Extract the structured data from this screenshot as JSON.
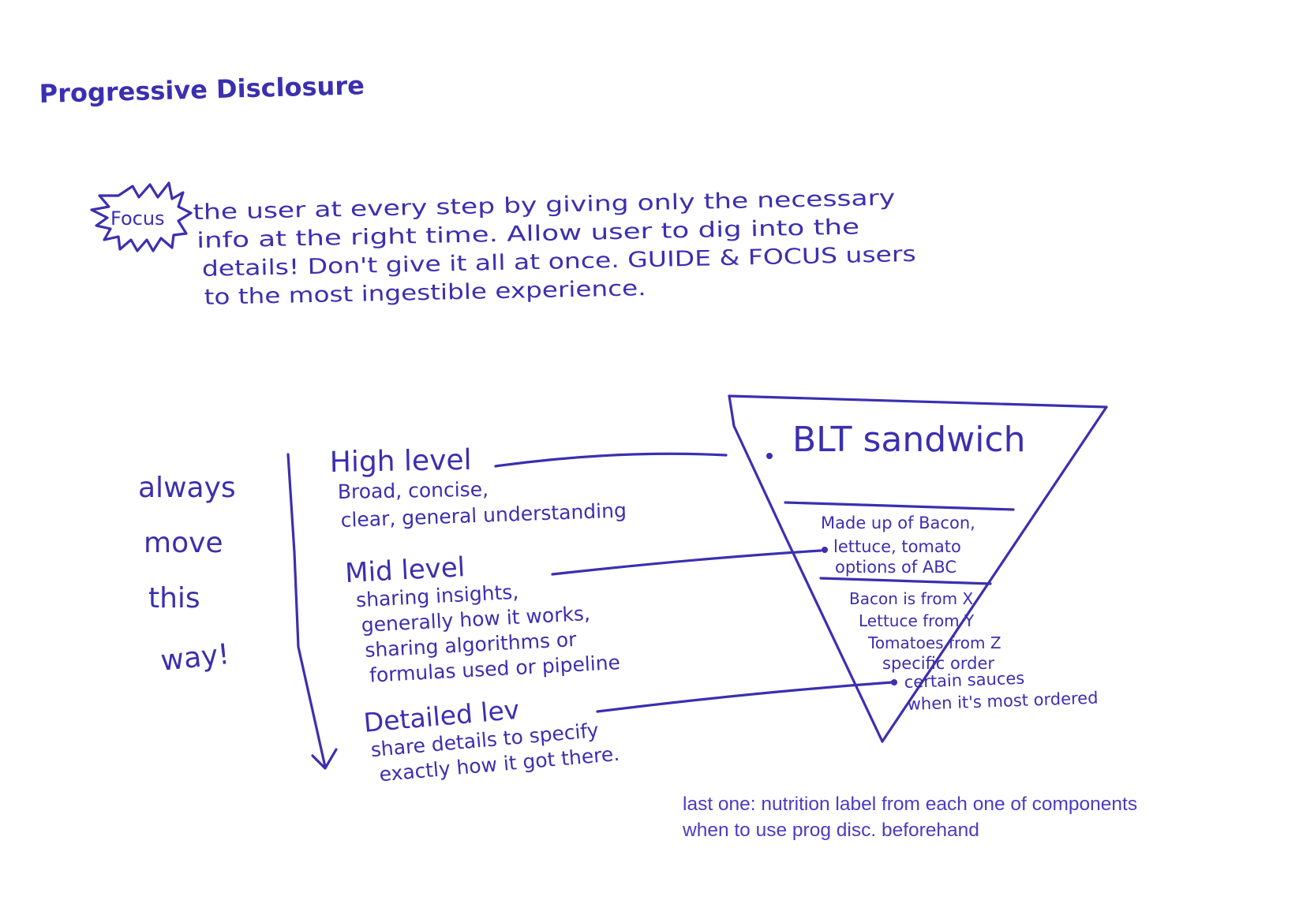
{
  "title": "Progressive Disclosure",
  "focus_note": {
    "label": "Focus",
    "lines": [
      "the user at every step by giving only the necessary",
      "info at the right time. Allow user to dig into the",
      "details! Don't give it all at once. GUIDE & FOCUS users",
      "to the most ingestible experience."
    ]
  },
  "direction_note": {
    "words": [
      "always",
      "move",
      "this",
      "way!"
    ]
  },
  "levels": [
    {
      "heading": "High level",
      "lines": [
        "Broad, concise,",
        "clear, general understanding"
      ]
    },
    {
      "heading": "Mid level",
      "lines": [
        "sharing insights,",
        "generally how it works,",
        "sharing algorithms or",
        "formulas used or pipeline"
      ]
    },
    {
      "heading": "Detailed lev",
      "lines": [
        "share details to specify",
        "exactly how it got there."
      ]
    }
  ],
  "funnel": {
    "top": "BLT sandwich",
    "mid_lines": [
      "Made up of Bacon,",
      "lettuce, tomato",
      "options of ABC"
    ],
    "bottom_lines": [
      "Bacon is from X",
      "Lettuce from Y",
      "Tomatoes from Z",
      "specific order",
      "certain sauces",
      "when it's most ordered"
    ]
  },
  "typed_notes": [
    "last one: nutrition label from each one of components",
    "when to use prog disc. beforehand"
  ],
  "colors": {
    "ink": "#3b2fb0",
    "typed": "#4a3cc0",
    "background": "#ffffff"
  }
}
